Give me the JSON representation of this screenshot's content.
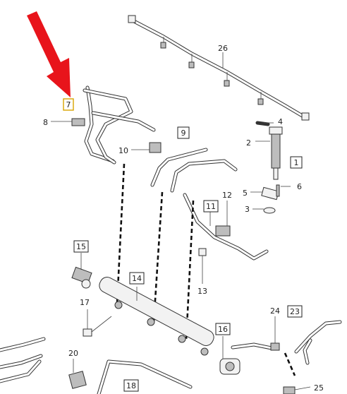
{
  "callouts": {
    "c1": "1",
    "c2": "2",
    "c3": "3",
    "c4": "4",
    "c5": "5",
    "c6": "6",
    "c7": "7",
    "c8": "8",
    "c9": "9",
    "c10": "10",
    "c11": "11",
    "c12": "12",
    "c13": "13",
    "c14": "14",
    "c15": "15",
    "c16": "16",
    "c17": "17",
    "c18": "18",
    "c20": "20",
    "c23": "23",
    "c24": "24",
    "c25": "25",
    "c26": "26"
  },
  "colors": {
    "arrow": "#e8141b",
    "highlight_box": "#d9a400",
    "line_art": "#333333"
  },
  "highlighted_part": "7"
}
